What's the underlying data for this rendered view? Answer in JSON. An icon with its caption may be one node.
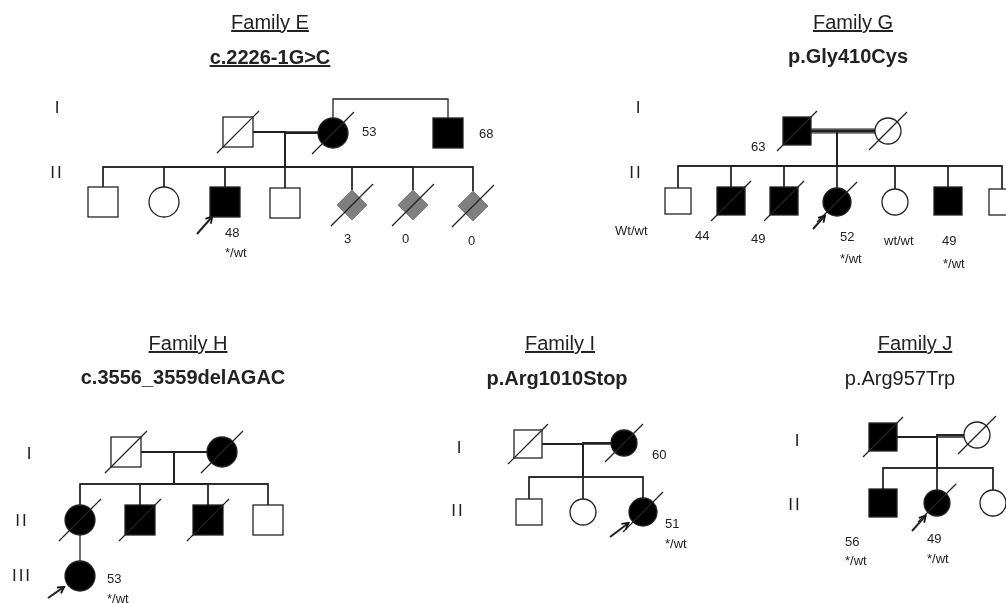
{
  "diagram": {
    "nodes": [
      {
        "text": [],
        "shape": "square"
      },
      {
        "text": [],
        "shape": "circle",
        "beside": [
          "53"
        ]
      },
      {
        "text": [],
        "shape": "square",
        "beside": [
          "68"
        ]
      },
      {
        "text": [],
        "shape": "square"
      },
      {
        "text": [],
        "shape": "circle"
      },
      {
        "text": [],
        "shape": "square",
        "beside": [
          "48",
          "*/wt"
        ]
      },
      {
        "text": [],
        "shape": "square"
      },
      {
        "text": [],
        "shape": "diamond",
        "beside": [
          "3"
        ]
      },
      {
        "text": [],
        "shape": "diamond",
        "beside": [
          "0"
        ]
      },
      {
        "text": [],
        "shape": "diamond",
        "beside": [
          "0"
        ]
      },
      {
        "text": [],
        "shape": "square",
        "beside": [
          "63"
        ]
      },
      {
        "text": [],
        "shape": "circle"
      },
      {
        "text": [],
        "shape": "square",
        "beside": [
          "Wt/wt"
        ]
      },
      {
        "text": [],
        "shape": "square",
        "beside": [
          "44"
        ]
      },
      {
        "text": [],
        "shape": "square",
        "beside": [
          "49"
        ]
      },
      {
        "text": [],
        "shape": "circle",
        "beside": [
          "52",
          "*/wt"
        ]
      },
      {
        "text": [],
        "shape": "circle",
        "beside": [
          "wt/wt"
        ]
      },
      {
        "text": [],
        "shape": "square",
        "beside": [
          "49",
          "*/wt"
        ]
      },
      {
        "text": [],
        "shape": "square"
      },
      {
        "text": [],
        "shape": "square"
      },
      {
        "text": [],
        "shape": "circle"
      },
      {
        "text": [],
        "shape": "circle"
      },
      {
        "text": [],
        "shape": "square"
      },
      {
        "text": [],
        "shape": "square"
      },
      {
        "text": [],
        "shape": "square"
      },
      {
        "text": [],
        "shape": "circle",
        "beside": [
          "53",
          "*/wt"
        ]
      },
      {
        "text": [],
        "shape": "square"
      },
      {
        "text": [],
        "shape": "circle",
        "beside": [
          "60"
        ]
      },
      {
        "text": [],
        "shape": "square"
      },
      {
        "text": [],
        "shape": "circle"
      },
      {
        "text": [],
        "shape": "circle",
        "beside": [
          "51",
          "*/wt"
        ]
      },
      {
        "text": [],
        "shape": "square"
      },
      {
        "text": [],
        "shape": "circle"
      },
      {
        "text": [],
        "shape": "square",
        "beside": [
          "56",
          "*/wt"
        ]
      },
      {
        "text": [],
        "shape": "circle",
        "beside": [
          "49",
          "*/wt"
        ]
      },
      {
        "text": [],
        "shape": "circle"
      }
    ],
    "edges": [
      {
        "from": 0,
        "to": 1,
        "arrow": "none"
      },
      {
        "from": 1,
        "to": 2,
        "arrow": "none"
      },
      {
        "from": 0,
        "to": 3,
        "arrow": "none"
      },
      {
        "from": 0,
        "to": 4,
        "arrow": "none"
      },
      {
        "from": 0,
        "to": 5,
        "arrow": "none"
      },
      {
        "from": 0,
        "to": 6,
        "arrow": "none"
      },
      {
        "from": 0,
        "to": 7,
        "arrow": "none"
      },
      {
        "from": 0,
        "to": 8,
        "arrow": "none"
      },
      {
        "from": 0,
        "to": 9,
        "arrow": "none"
      },
      {
        "from": 1,
        "to": 3,
        "arrow": "none"
      },
      {
        "from": 1,
        "to": 4,
        "arrow": "none"
      },
      {
        "from": 1,
        "to": 5,
        "arrow": "none"
      },
      {
        "from": 1,
        "to": 6,
        "arrow": "none"
      },
      {
        "from": 1,
        "to": 7,
        "arrow": "none"
      },
      {
        "from": 1,
        "to": 8,
        "arrow": "none"
      },
      {
        "from": 1,
        "to": 9,
        "arrow": "none"
      },
      {
        "from": null,
        "to": 5,
        "arrow": "to"
      },
      {
        "from": 10,
        "to": 11,
        "arrow": "none"
      },
      {
        "from": 10,
        "to": 12,
        "arrow": "none"
      },
      {
        "from": 10,
        "to": 13,
        "arrow": "none"
      },
      {
        "from": 10,
        "to": 14,
        "arrow": "none"
      },
      {
        "from": 10,
        "to": 15,
        "arrow": "none"
      },
      {
        "from": 10,
        "to": 16,
        "arrow": "none"
      },
      {
        "from": 10,
        "to": 17,
        "arrow": "none"
      },
      {
        "from": 10,
        "to": 18,
        "arrow": "none"
      },
      {
        "from": 11,
        "to": 12,
        "arrow": "none"
      },
      {
        "from": 11,
        "to": 13,
        "arrow": "none"
      },
      {
        "from": 11,
        "to": 14,
        "arrow": "none"
      },
      {
        "from": 11,
        "to": 15,
        "arrow": "none"
      },
      {
        "from": 11,
        "to": 16,
        "arrow": "none"
      },
      {
        "from": 11,
        "to": 17,
        "arrow": "none"
      },
      {
        "from": 11,
        "to": 18,
        "arrow": "none"
      },
      {
        "from": null,
        "to": 15,
        "arrow": "to"
      },
      {
        "from": 19,
        "to": 20,
        "arrow": "none"
      },
      {
        "from": 19,
        "to": 21,
        "arrow": "none"
      },
      {
        "from": 19,
        "to": 22,
        "arrow": "none"
      },
      {
        "from": 19,
        "to": 23,
        "arrow": "none"
      },
      {
        "from": 19,
        "to": 24,
        "arrow": "none"
      },
      {
        "from": 20,
        "to": 21,
        "arrow": "none"
      },
      {
        "from": 20,
        "to": 22,
        "arrow": "none"
      },
      {
        "from": 20,
        "to": 23,
        "arrow": "none"
      },
      {
        "from": 20,
        "to": 24,
        "arrow": "none"
      },
      {
        "from": 21,
        "to": 25,
        "arrow": "none"
      },
      {
        "from": null,
        "to": 25,
        "arrow": "to"
      },
      {
        "from": 26,
        "to": 27,
        "arrow": "none"
      },
      {
        "from": 26,
        "to": 28,
        "arrow": "none"
      },
      {
        "from": 26,
        "to": 29,
        "arrow": "none"
      },
      {
        "from": 26,
        "to": 30,
        "arrow": "none"
      },
      {
        "from": 27,
        "to": 28,
        "arrow": "none"
      },
      {
        "from": 27,
        "to": 29,
        "arrow": "none"
      },
      {
        "from": 27,
        "to": 30,
        "arrow": "none"
      },
      {
        "from": null,
        "to": 30,
        "arrow": "to"
      },
      {
        "from": 31,
        "to": 32,
        "arrow": "none"
      },
      {
        "from": 31,
        "to": 33,
        "arrow": "none"
      },
      {
        "from": 31,
        "to": 34,
        "arrow": "none"
      },
      {
        "from": 31,
        "to": 35,
        "arrow": "none"
      },
      {
        "from": 32,
        "to": 33,
        "arrow": "none"
      },
      {
        "from": 32,
        "to": 34,
        "arrow": "none"
      },
      {
        "from": 32,
        "to": 35,
        "arrow": "none"
      },
      {
        "from": null,
        "to": 34,
        "arrow": "to"
      }
    ],
    "labels": [
      "Family E",
      "c.2226-1G>C",
      "I",
      "II",
      "Family G",
      "p.Gly410Cys",
      "I",
      "II",
      "Family H",
      "c.3556_3559delAGAC",
      "I",
      "II",
      "III",
      "Family I",
      "p.Arg1010Stop",
      "I",
      "II",
      "Family J",
      "p.Arg957Trp",
      "I",
      "II"
    ]
  }
}
